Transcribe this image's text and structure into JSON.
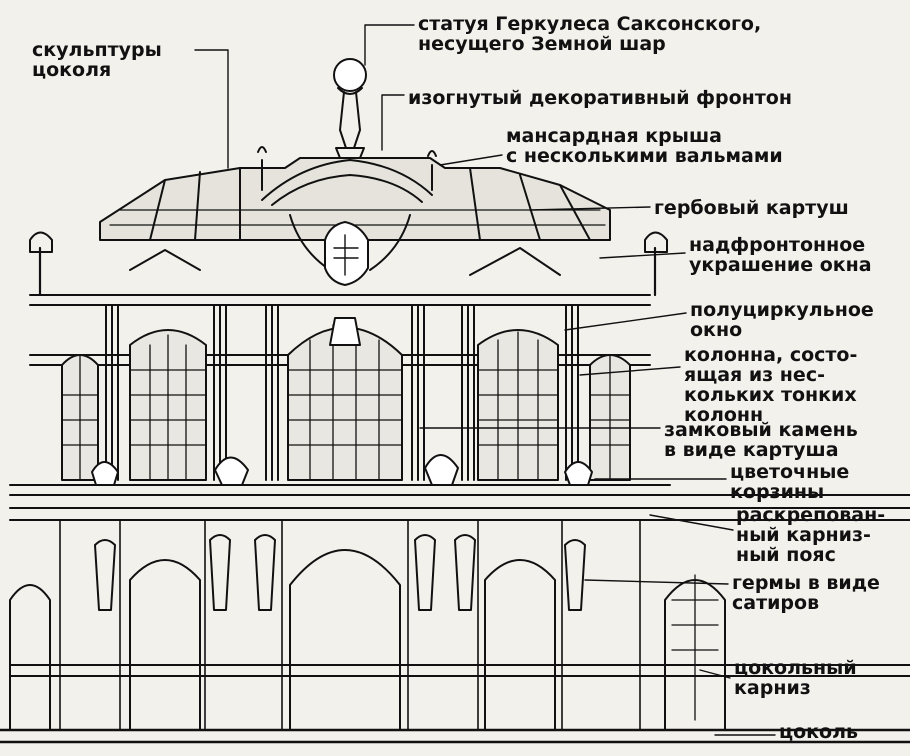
{
  "labels": {
    "hercules": "статуя Геркулеса Саксонского,\nнесущего Земной шар",
    "plinth_sculptures": "скульптуры\nцоколя",
    "pediment": "изогнутый декоративный фронтон",
    "mansard": "мансардная крыша\nс несколькими вальмами",
    "cartouche": "гербовый картуш",
    "window_decor": "надфронтонное\nукрашение окна",
    "semicircular_window": "полуциркульное\nокно",
    "column": "колонна, состо-\nящая из нес-\nкольких тонких\nколонн",
    "keystone": "замковый камень\nв виде картуша",
    "flower_baskets": "цветочные\nкорзины",
    "cornice_belt": "раскрепован-\nный карниз-\nный пояс",
    "herms": "гермы в виде\nсатиров",
    "plinth_cornice": "цокольный\nкарниз",
    "plinth": "цоколь"
  },
  "colors": {
    "ink": "#111111",
    "paper": "#f3f1ec",
    "shade": "#444444",
    "glass": "#e9e7e1"
  }
}
